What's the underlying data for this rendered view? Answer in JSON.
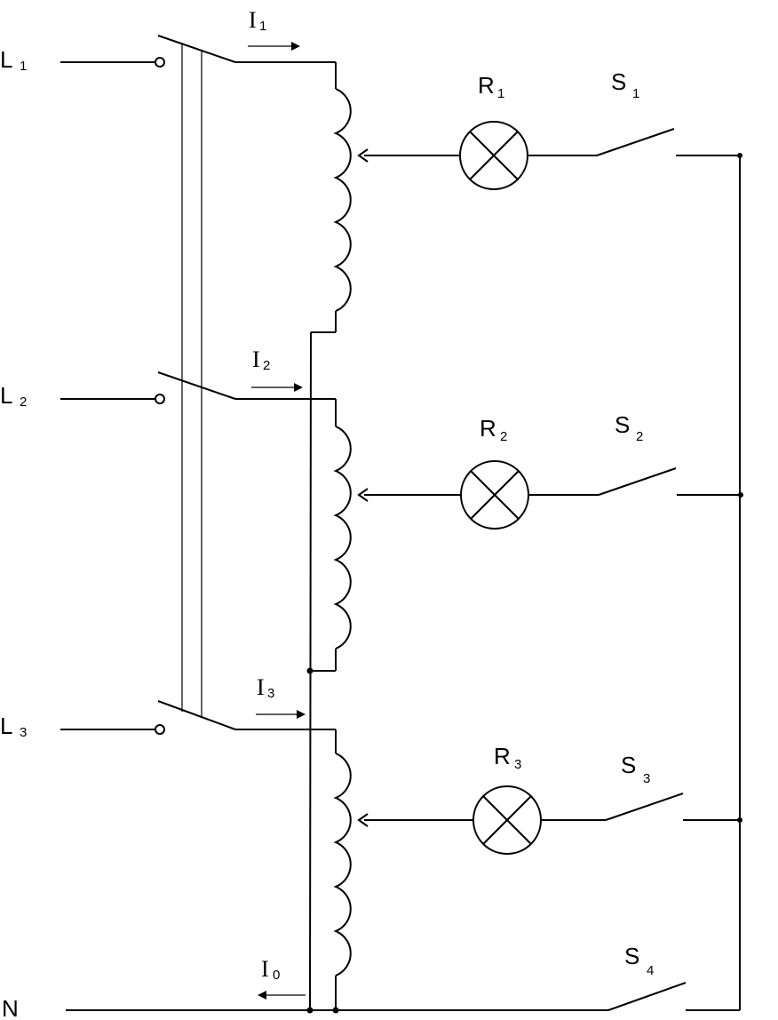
{
  "diagram": {
    "lines": [
      {
        "letter": "L",
        "sub": "1"
      },
      {
        "letter": "L",
        "sub": "2"
      },
      {
        "letter": "L",
        "sub": "3"
      },
      {
        "letter": "N",
        "sub": ""
      }
    ],
    "currents": [
      {
        "letter": "I",
        "sub": "1"
      },
      {
        "letter": "I",
        "sub": "2"
      },
      {
        "letter": "I",
        "sub": "3"
      },
      {
        "letter": "I",
        "sub": "0"
      }
    ],
    "lamps": [
      {
        "letter": "R",
        "sub": "1"
      },
      {
        "letter": "R",
        "sub": "2"
      },
      {
        "letter": "R",
        "sub": "3"
      }
    ],
    "switches": [
      {
        "letter": "S",
        "sub": "1"
      },
      {
        "letter": "S",
        "sub": "2"
      },
      {
        "letter": "S",
        "sub": "3"
      },
      {
        "letter": "S",
        "sub": "4"
      }
    ],
    "colors": {
      "stroke": "#000000",
      "background": "#ffffff"
    }
  }
}
